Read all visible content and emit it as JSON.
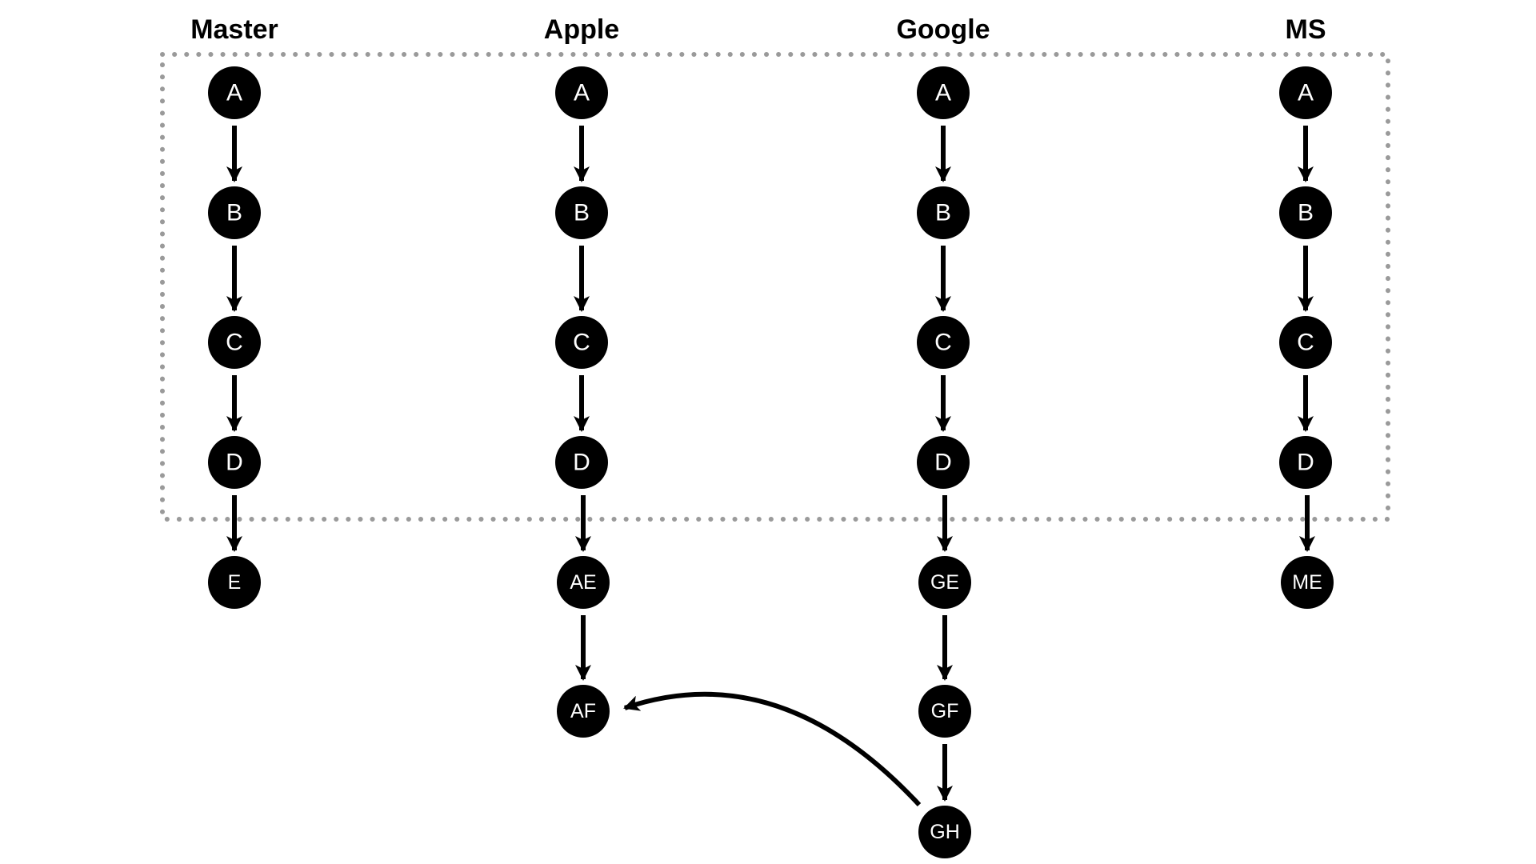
{
  "colors": {
    "node_fill": "#000000",
    "node_text": "#ffffff",
    "arrow": "#000000",
    "group_border": "#9a9a9a",
    "background": "#ffffff"
  },
  "columns": [
    {
      "title": "Master",
      "nodes": [
        "A",
        "B",
        "C",
        "D",
        "E"
      ]
    },
    {
      "title": "Apple",
      "nodes": [
        "A",
        "B",
        "C",
        "D",
        "AE",
        "AF"
      ]
    },
    {
      "title": "Google",
      "nodes": [
        "A",
        "B",
        "C",
        "D",
        "GE",
        "GF",
        "GH"
      ]
    },
    {
      "title": "MS",
      "nodes": [
        "A",
        "B",
        "C",
        "D",
        "ME"
      ]
    }
  ],
  "cross_links": [
    {
      "from": "GH",
      "to": "AF"
    }
  ],
  "group": {
    "style": "dotted",
    "contains_rows": 4
  }
}
